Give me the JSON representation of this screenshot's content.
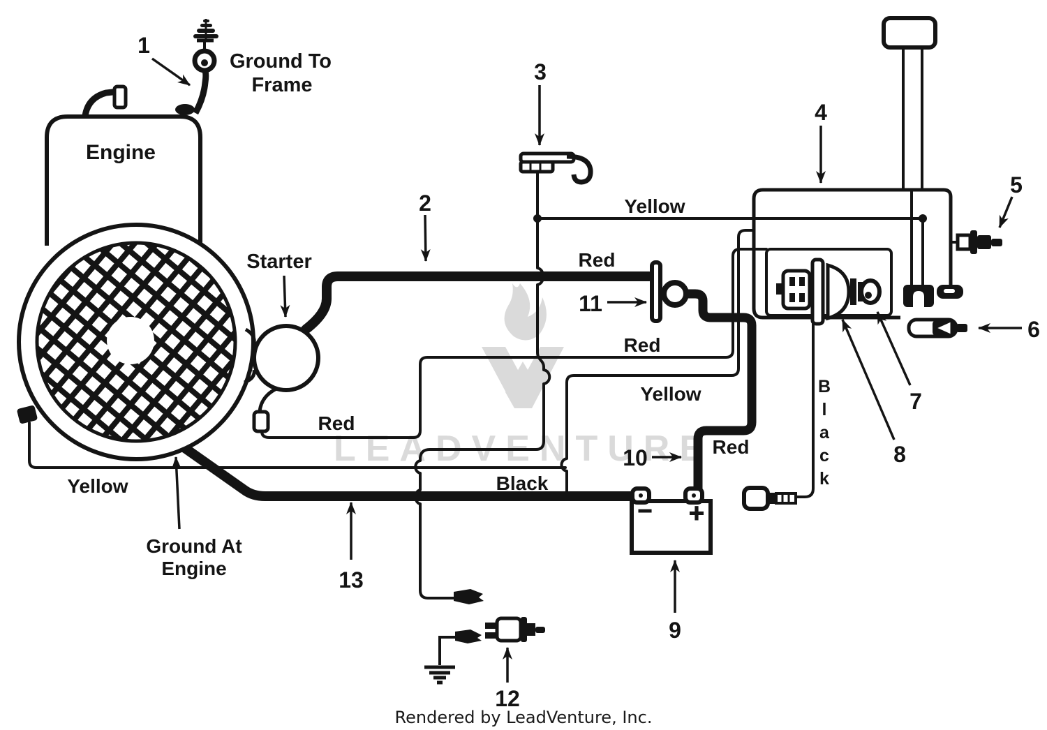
{
  "caption": {
    "text": "Rendered by LeadVenture, Inc."
  },
  "watermark": {
    "text": "LEADVENTURE"
  },
  "labels": {
    "engine": "Engine",
    "starter": "Starter",
    "ground_to_frame_1": "Ground To",
    "ground_to_frame_2": "Frame",
    "ground_at_engine_1": "Ground At",
    "ground_at_engine_2": "Engine",
    "yellow_top": "Yellow",
    "red_top": "Red",
    "red_mid": "Red",
    "yellow_mid": "Yellow",
    "red_starter": "Red",
    "red_battery": "Red",
    "black_bottom": "Black",
    "yellow_bottom": "Yellow",
    "black_vertical": "Black",
    "battery_minus": "−",
    "battery_plus": "+"
  },
  "callouts": {
    "c1": "1",
    "c2": "2",
    "c3": "3",
    "c4": "4",
    "c5": "5",
    "c6": "6",
    "c7": "7",
    "c8": "8",
    "c9": "9",
    "c10": "10",
    "c11": "11",
    "c12": "12",
    "c13": "13"
  },
  "colors": {
    "line": "#141414",
    "watermark": "#dadada",
    "background": "#ffffff"
  }
}
